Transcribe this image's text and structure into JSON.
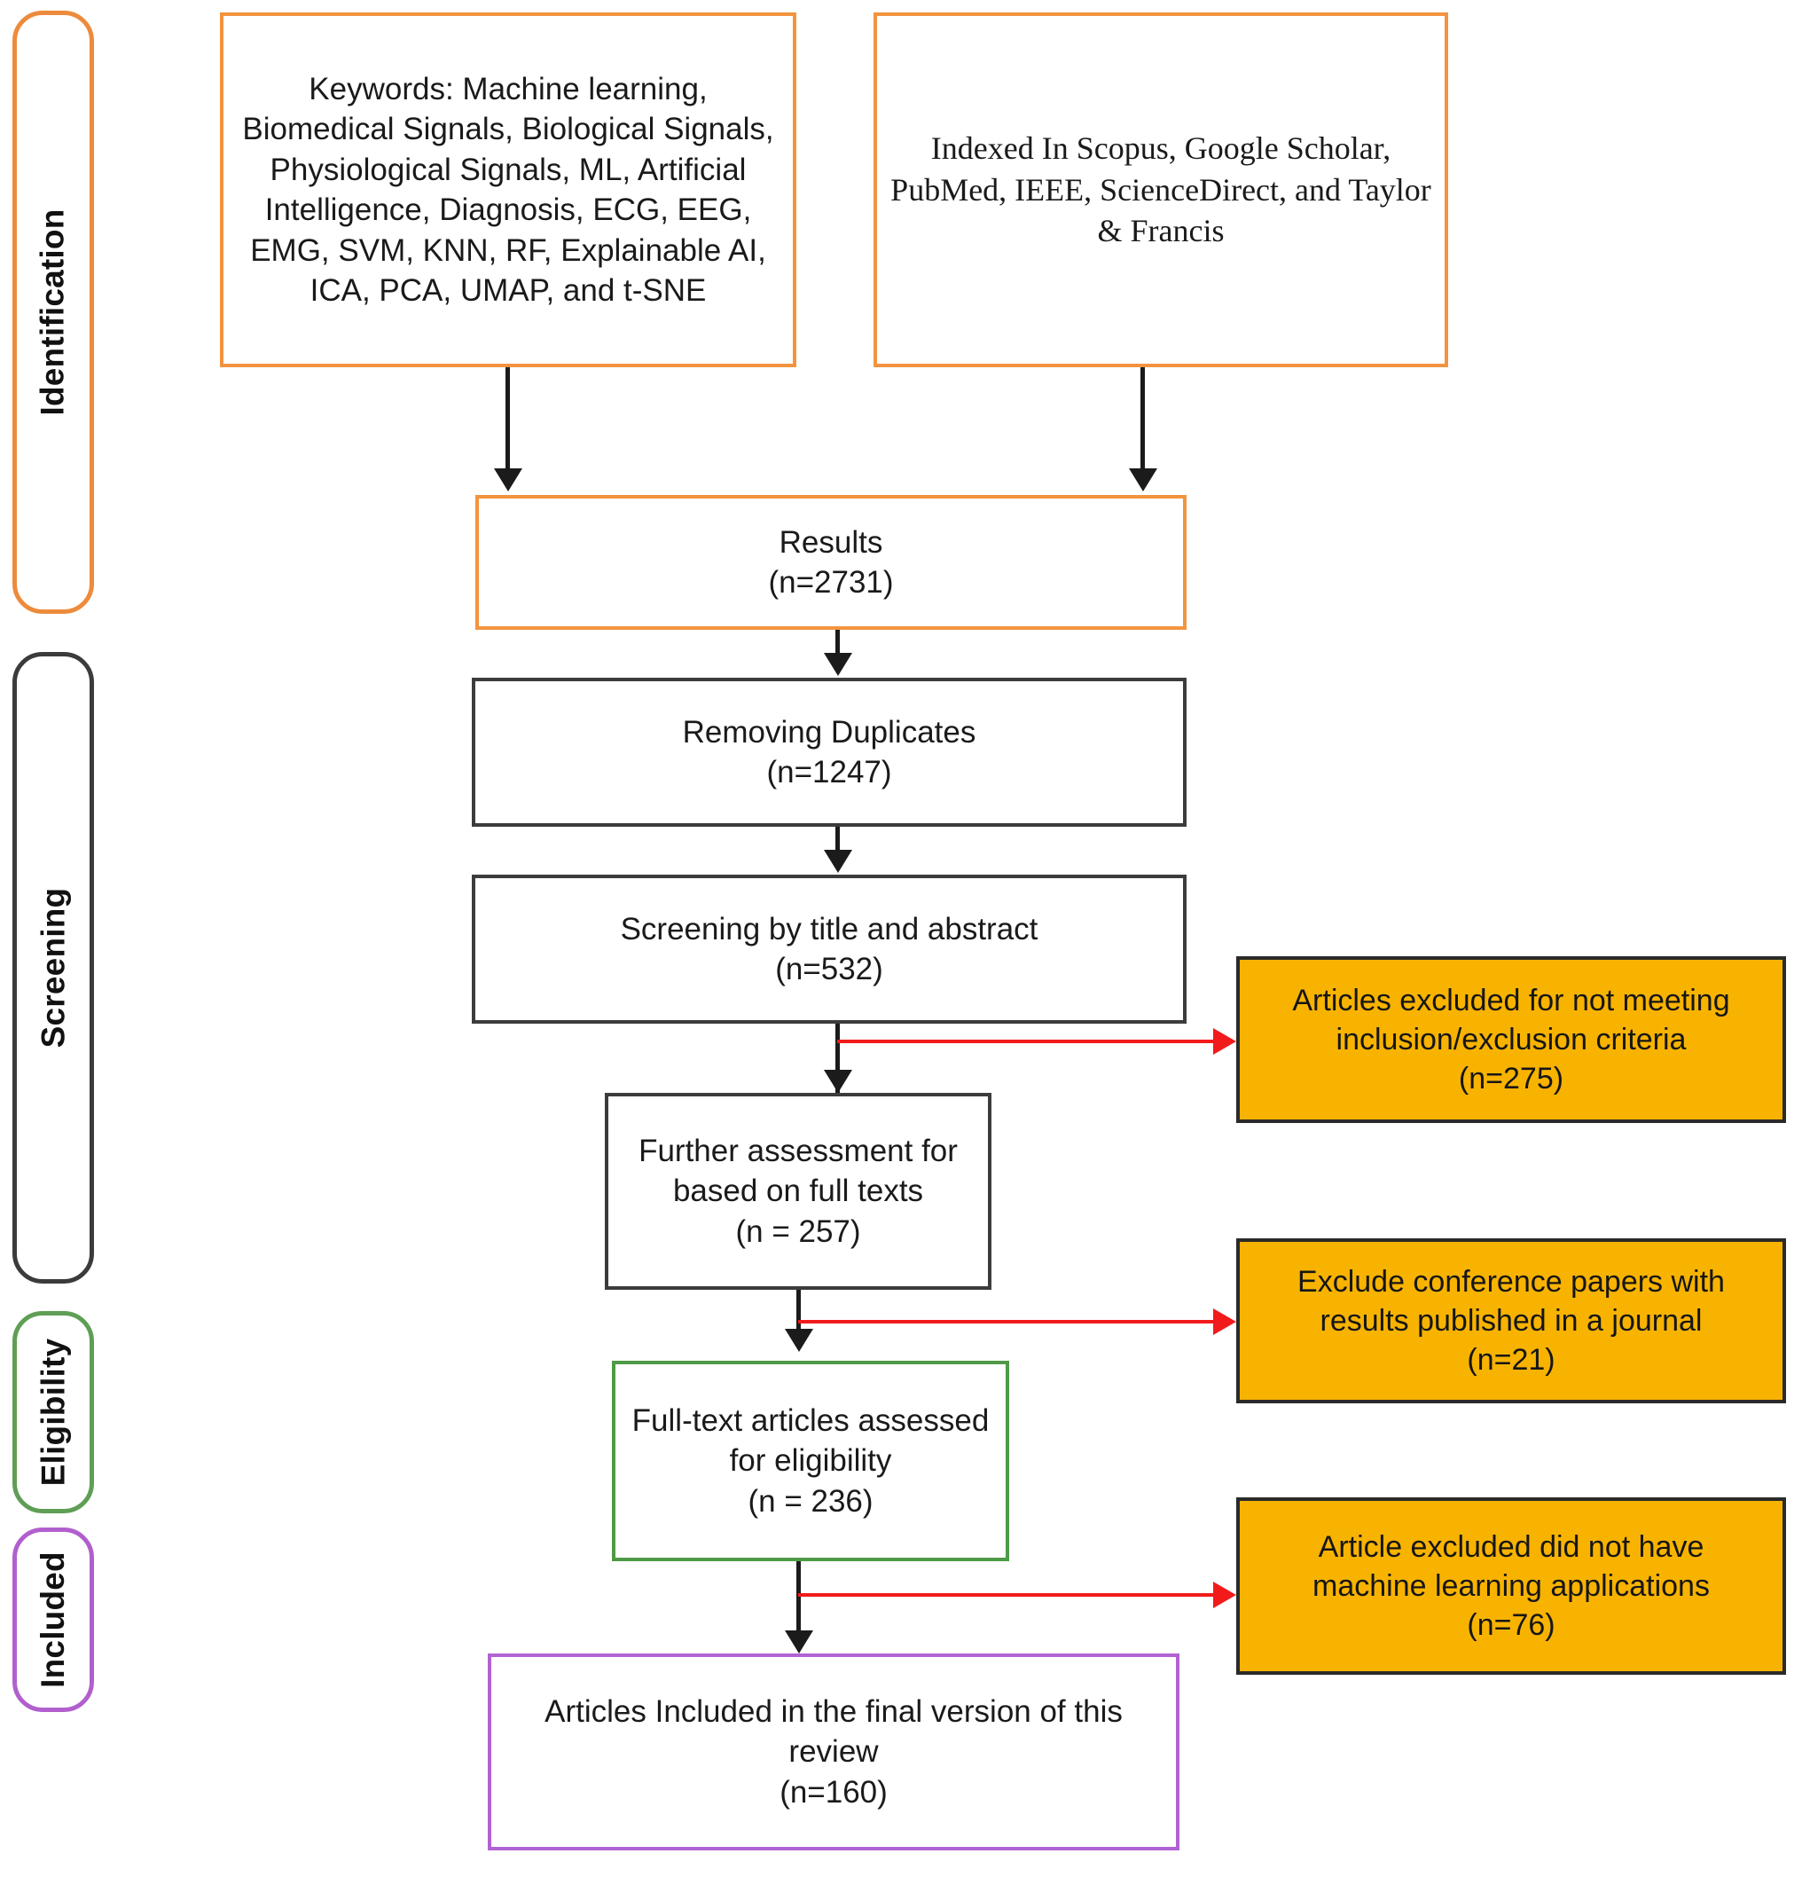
{
  "diagram": {
    "title": "PRISMA study selection flow diagram",
    "colors": {
      "identification": "#ED8B3C",
      "screening": "#3B3B3B",
      "eligibility": "#5F9E55",
      "included": "#B25FCE",
      "excluded_fill": "#F8B300",
      "excluded_border": "#2A2A2A",
      "flow_arrow": "#1B1B1B",
      "exclusion_arrow": "#F21B1B"
    }
  },
  "phases": [
    {
      "id": "identification",
      "label": "Identification"
    },
    {
      "id": "screening",
      "label": "Screening"
    },
    {
      "id": "eligibility",
      "label": "Eligibility"
    },
    {
      "id": "included",
      "label": "Included"
    }
  ],
  "nodes": {
    "keywords": {
      "text": "Keywords: Machine learning, Biomedical Signals, Biological Signals, Physiological Signals, ML, Artificial Intelligence, Diagnosis, ECG, EEG, EMG, SVM, KNN, RF, Explainable AI, ICA, PCA, UMAP, and t-SNE"
    },
    "databases": {
      "text": "Indexed In Scopus, Google Scholar, PubMed, IEEE, ScienceDirect, and Taylor & Francis"
    },
    "results": {
      "line1": "Results",
      "line2": "(n=2731)",
      "count": 2731
    },
    "duplicates": {
      "line1": "Removing Duplicates",
      "line2": "(n=1247)",
      "count": 1247
    },
    "title_abstract": {
      "line1": "Screening by title and abstract",
      "line2": "(n=532)",
      "count": 532
    },
    "full_text_assessment": {
      "line1": "Further assessment for",
      "line2": "based on full texts",
      "line3": "(n = 257)",
      "count": 257
    },
    "eligibility_assessed": {
      "line1": "Full-text articles assessed",
      "line2": "for eligibility",
      "line3": "(n = 236)",
      "count": 236
    },
    "final_included": {
      "line1": "Articles Included in the final version of this",
      "line2": "review",
      "line3": "(n=160)",
      "count": 160
    }
  },
  "exclusions": [
    {
      "id": "criteria",
      "line1": "Articles excluded for not meeting",
      "line2": "inclusion/exclusion criteria",
      "line3": "(n=275)",
      "count": 275
    },
    {
      "id": "conference",
      "line1": "Exclude conference papers with",
      "line2": "results published in a journal",
      "line3": "(n=21)",
      "count": 21
    },
    {
      "id": "no-ml",
      "line1": "Article excluded did not have",
      "line2": "machine learning applications",
      "line3": "(n=76)",
      "count": 76
    }
  ]
}
